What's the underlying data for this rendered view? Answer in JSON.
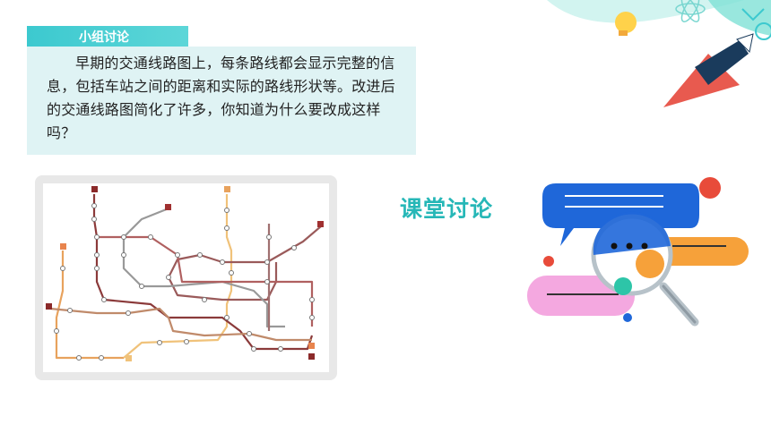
{
  "label": {
    "title": "小组讨论"
  },
  "prompt": {
    "text": "早期的交通线路图上，每条路线都会显示完整的信息，包括车站之间的距离和实际的路线形状等。改进后的交通线路图简化了许多，你知道为什么要改成这样吗？"
  },
  "discussion": {
    "title": "课堂讨论"
  },
  "colors": {
    "accent": "#26b7b7",
    "tab": "#3cc9cf",
    "box": "#dff3f4"
  },
  "icons": [
    "lightbulb-icon",
    "atom-icon",
    "pencil-icon",
    "chat-bubble-icon",
    "magnifier-icon",
    "metro-map-image"
  ]
}
